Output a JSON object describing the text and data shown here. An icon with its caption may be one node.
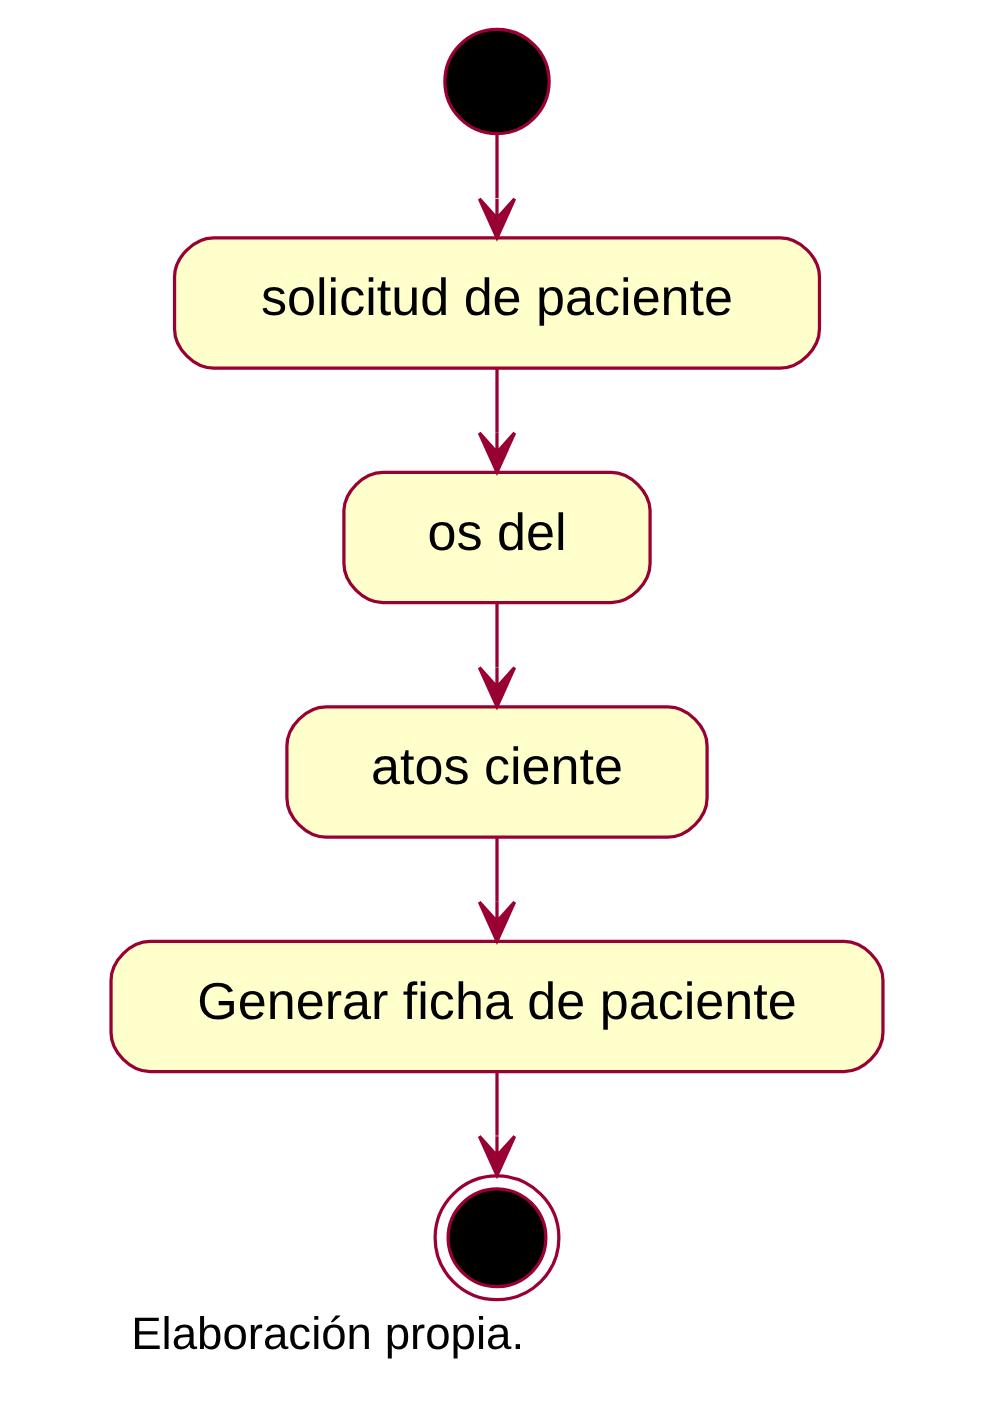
{
  "diagram": {
    "caption": "Elaboración propia.",
    "nodes": [
      {
        "text": [],
        "shape": "circle"
      },
      {
        "text": [
          "solicitud de paciente"
        ]
      },
      {
        "text": [
          "os del"
        ]
      },
      {
        "text": [
          "atos ciente"
        ]
      },
      {
        "text": [
          "Generar ficha de paciente"
        ]
      },
      {
        "text": [],
        "shape": "bullseye"
      }
    ],
    "edges": [
      {
        "from": 0,
        "to": 1,
        "arrow": "to"
      },
      {
        "from": 1,
        "to": 2,
        "arrow": "to"
      },
      {
        "from": 2,
        "to": 3,
        "arrow": "to"
      },
      {
        "from": 3,
        "to": 4,
        "arrow": "to"
      },
      {
        "from": 4,
        "to": 5,
        "arrow": "to"
      }
    ]
  }
}
